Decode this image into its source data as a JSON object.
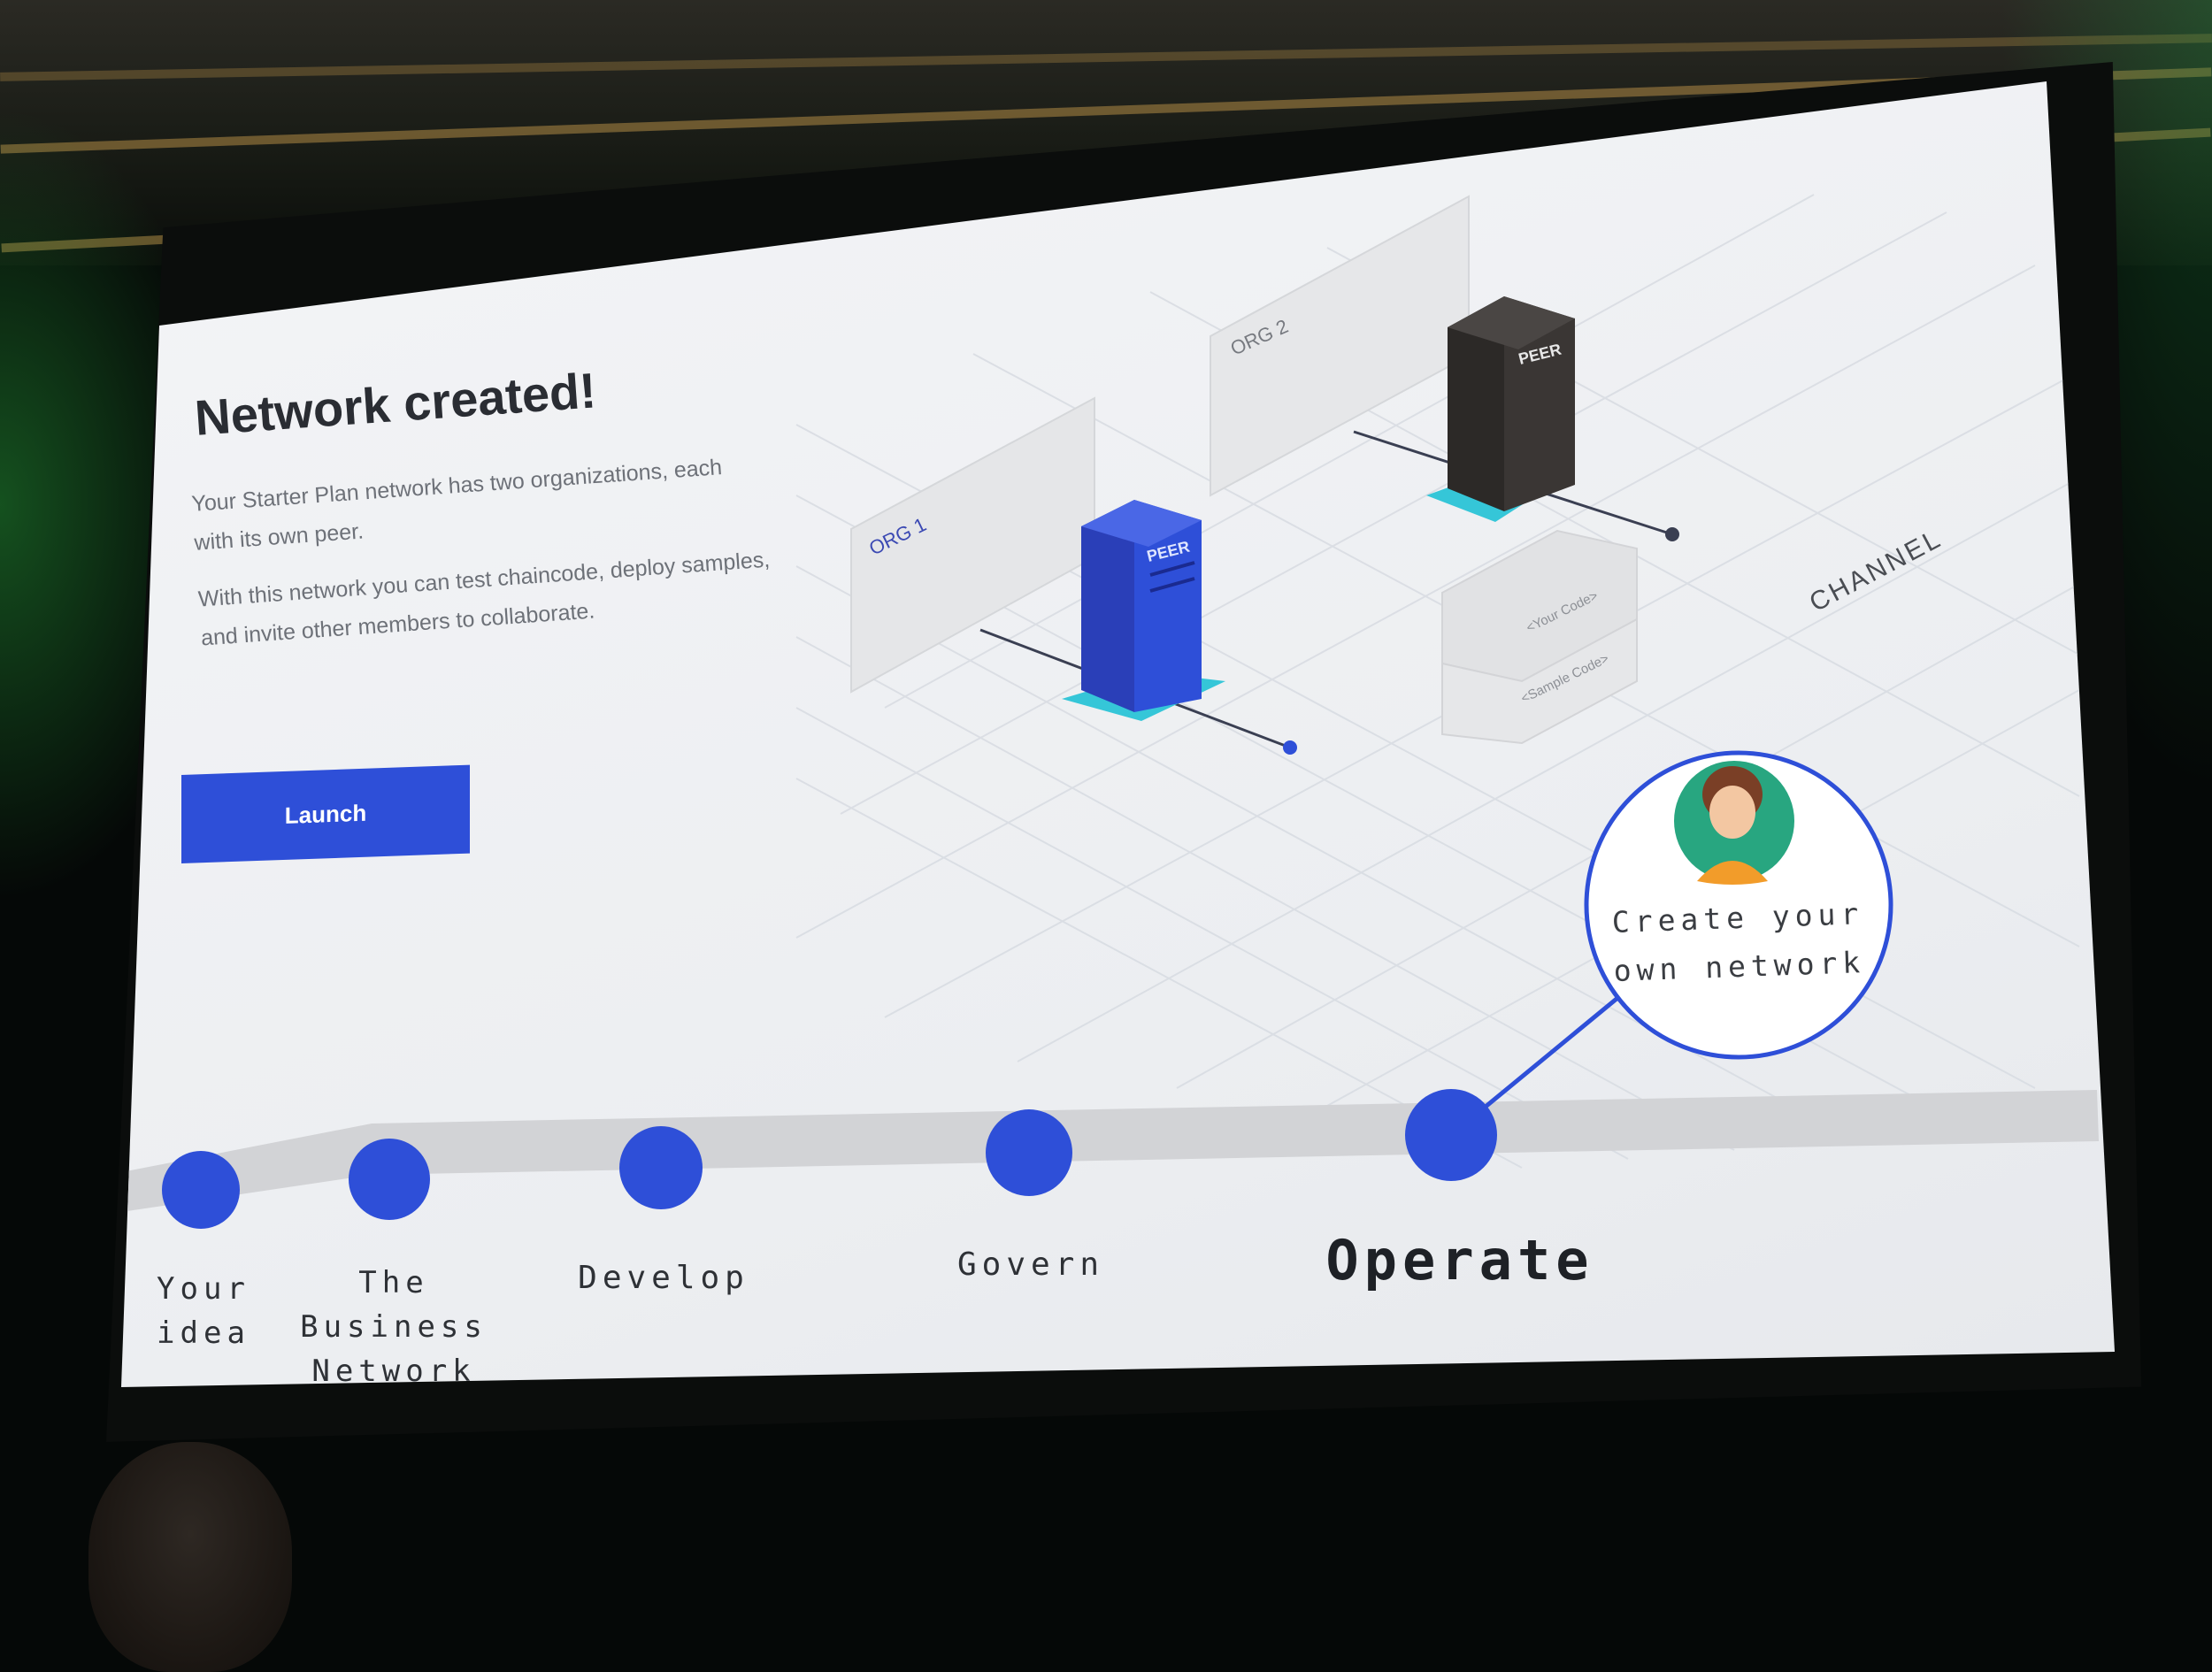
{
  "slide": {
    "title": "Network created!",
    "paragraph_1": "Your Starter Plan network has two organizations, each with its own peer.",
    "paragraph_2": "With this network you can test chaincode, deploy samples, and invite other members to collaborate.",
    "launch_label": "Launch"
  },
  "diagram": {
    "org1_label": "ORG 1",
    "org2_label": "ORG 2",
    "peer1_label": "PEER",
    "peer2_label": "PEER",
    "code_your": "<Your Code>",
    "code_sample": "<Sample Code>",
    "channel_label": "CHANNEL"
  },
  "bubble": {
    "line_1": "Create your",
    "line_2": "own network"
  },
  "timeline": {
    "steps": [
      {
        "line_1": "Your",
        "line_2": "idea"
      },
      {
        "line_1": "The Business",
        "line_2": "Network"
      },
      {
        "line_1": "Develop",
        "line_2": ""
      },
      {
        "line_1": "Govern",
        "line_2": ""
      },
      {
        "line_1": "Operate",
        "line_2": ""
      }
    ],
    "active_step": "Operate"
  },
  "colors": {
    "accent_blue": "#2e4fd8",
    "peer_dark": "#3a3634",
    "teal_base": "#35c6d8",
    "slide_bg": "#eef0f3"
  }
}
